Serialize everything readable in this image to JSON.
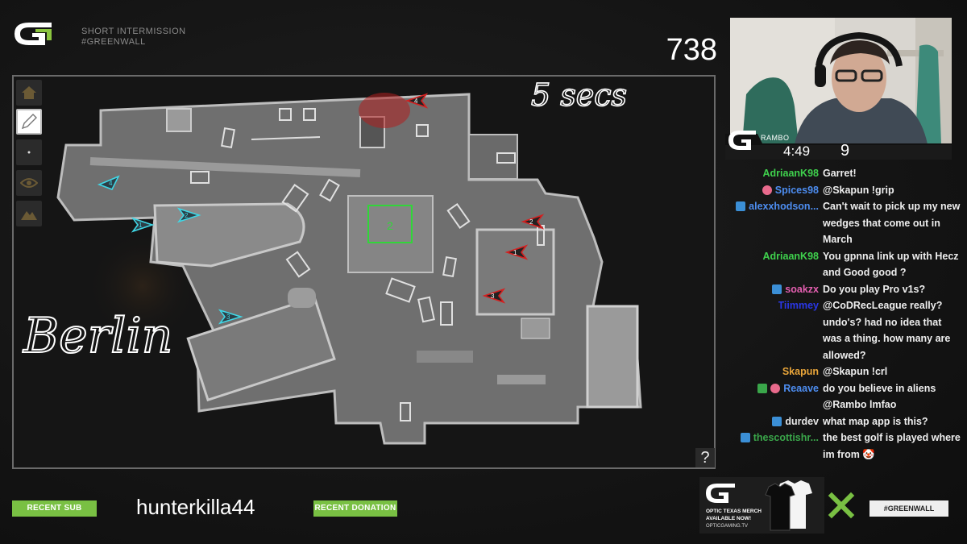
{
  "header": {
    "logo_icon": "optic-gaming-logo-icon",
    "intermission_line1": "SHORT INTERMISSION",
    "intermission_line2": "#GREENWALL",
    "counter": "738"
  },
  "map": {
    "handwritten_top": "5 secs",
    "handwritten_left": "Berlin",
    "zone_label": "2",
    "help_label": "?",
    "tools": [
      {
        "name": "home-icon"
      },
      {
        "name": "pen-icon"
      },
      {
        "name": "dot-icon"
      },
      {
        "name": "eye-icon"
      },
      {
        "name": "mountain-icon"
      }
    ],
    "blue_markers": [
      {
        "label": "4"
      },
      {
        "label": "1"
      },
      {
        "label": "2"
      },
      {
        "label": "3"
      }
    ],
    "red_markers": [
      {
        "label": "4"
      },
      {
        "label": "2"
      },
      {
        "label": "1"
      },
      {
        "label": "3"
      }
    ]
  },
  "webcam": {
    "streamer": "RAMBO",
    "timer": "4:49",
    "score": "9"
  },
  "chat": [
    {
      "user": "AdriaanK98",
      "color": "#3fd14d",
      "badges": [],
      "text": "Garret!"
    },
    {
      "user": "Spices98",
      "color": "#4d8df0",
      "badges": [
        "brain"
      ],
      "text": "@Skapun !grip"
    },
    {
      "user": "alexxhodson...",
      "color": "#4d8df0",
      "badges": [
        "crown"
      ],
      "text": "Can't wait to pick up my new wedges that come out in March"
    },
    {
      "user": "AdriaanK98",
      "color": "#3fd14d",
      "badges": [],
      "text": "You gpnna link up with Hecz and Good good ?"
    },
    {
      "user": "soakzx",
      "color": "#e45fb0",
      "badges": [
        "crown"
      ],
      "text": "Do you play Pro v1s?"
    },
    {
      "user": "Tiimmey",
      "color": "#2a37e6",
      "badges": [],
      "text": "@CoDRecLeague really? undo's? had no idea that was a thing. how many are allowed?"
    },
    {
      "user": "Skapun",
      "color": "#e8a53a",
      "badges": [],
      "text": "@Skapun !crl"
    },
    {
      "user": "Reaave",
      "color": "#4d8df0",
      "badges": [
        "check",
        "brain"
      ],
      "text": "do you believe in aliens @Rambo lmfao"
    },
    {
      "user": "durdev",
      "color": "#e6e6e6",
      "badges": [
        "crown"
      ],
      "text": "what map app is this?"
    },
    {
      "user": "thescottishr...",
      "color": "#3aa64a",
      "badges": [
        "crown"
      ],
      "text": "the best golf is played where im from 🤡"
    }
  ],
  "footer": {
    "recent_sub_label": "RECENT SUB",
    "recent_sub_name": "hunterkilla44",
    "recent_donation_label": "RECENT DONATION",
    "merch_line1": "OPTIC TEXAS MERCH",
    "merch_line2": "AVAILABLE NOW!",
    "merch_line3": "OPTICGAMING.TV",
    "greenwall": "#GREENWALL"
  },
  "colors": {
    "accent_green": "#79c043",
    "marker_blue": "#3fd7e6",
    "marker_red": "#d42020"
  }
}
